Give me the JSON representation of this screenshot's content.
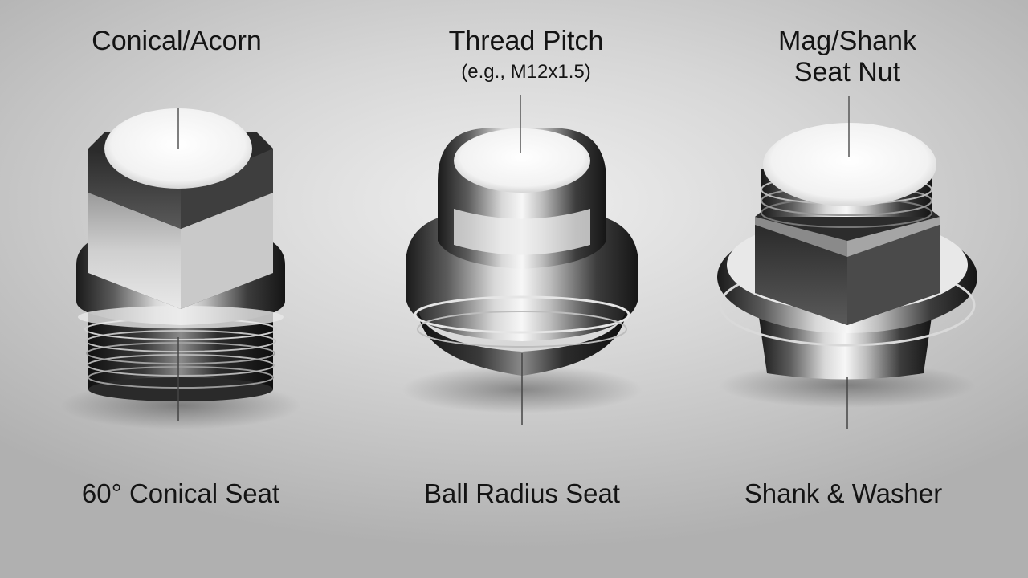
{
  "nuts": [
    {
      "id": "conical",
      "top_label": "Conical/Acorn",
      "bottom_label": "60° Conical Seat"
    },
    {
      "id": "ball",
      "top_label": "Thread Pitch",
      "top_sublabel": "(e.g., M12x1.5)",
      "bottom_label": "Ball Radius Seat"
    },
    {
      "id": "mag",
      "top_label_line1": "Mag/Shank",
      "top_label_line2": "Seat Nut",
      "bottom_label": "Shank & Washer"
    }
  ],
  "colors": {
    "background_center": "#efefef",
    "background_edge": "#b0b0b0",
    "text": "#141414",
    "metal_dark": "#1e1e1e",
    "metal_light": "#f4f4f4"
  }
}
